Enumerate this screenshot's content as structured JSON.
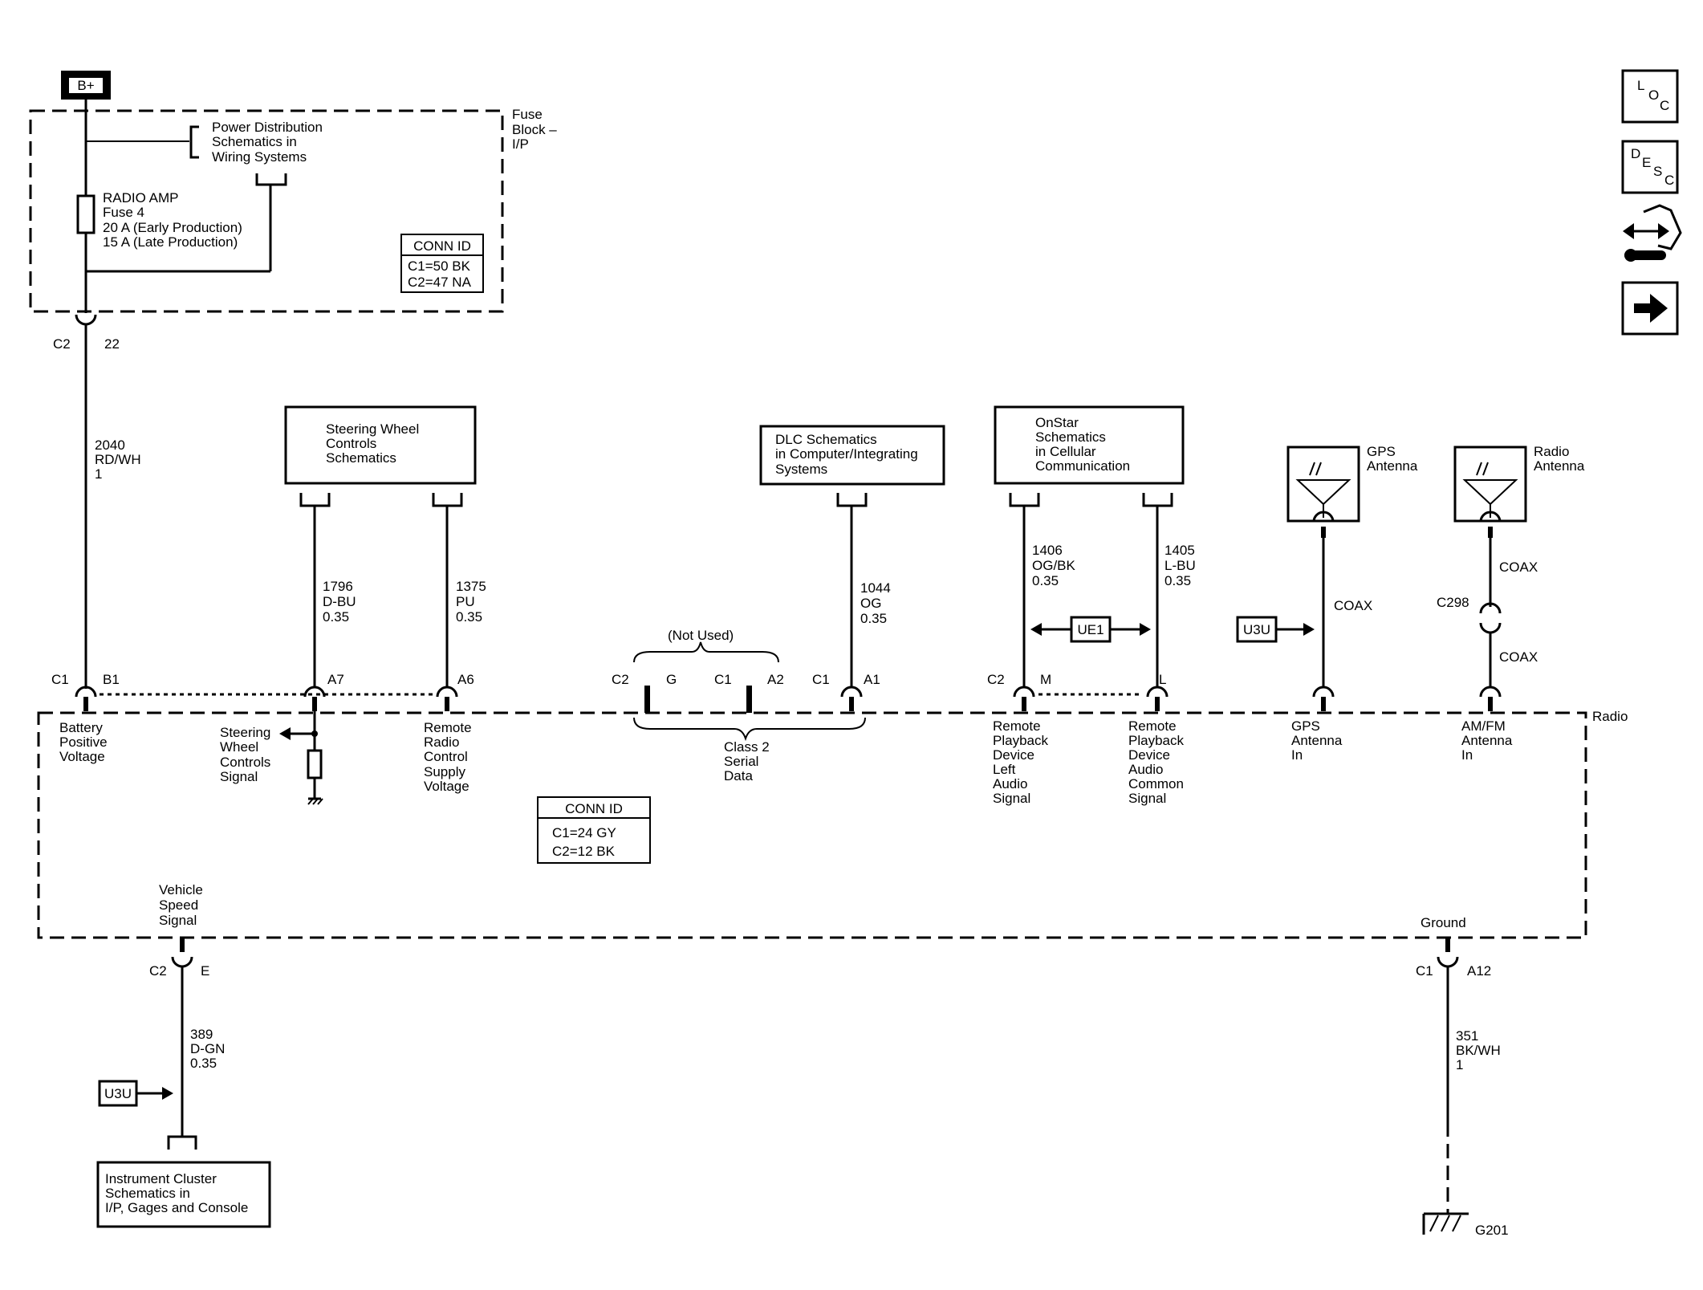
{
  "power": {
    "bplus": "B+",
    "fuse_block": [
      "Fuse",
      "Block –",
      "I/P"
    ],
    "power_dist": [
      "Power Distribution",
      "Schematics in",
      "Wiring Systems"
    ],
    "fuse": [
      "RADIO AMP",
      "Fuse 4",
      "20 A (Early Production)",
      "15 A (Late Production)"
    ],
    "conn_id": {
      "title": "CONN ID",
      "lines": [
        "C1=50 BK",
        "C2=47 NA"
      ]
    },
    "c2_label": "C2",
    "c2_pin": "22",
    "wire": [
      "2040",
      "RD/WH",
      "1"
    ]
  },
  "steering": {
    "box": [
      "Steering Wheel",
      "Controls",
      "Schematics"
    ],
    "wire_a7": [
      "1796",
      "D-BU",
      "0.35"
    ],
    "wire_a6": [
      "1375",
      "PU",
      "0.35"
    ]
  },
  "dlc": {
    "box": [
      "DLC Schematics",
      "in Computer/Integrating",
      "Systems"
    ],
    "wire": [
      "1044",
      "OG",
      "0.35"
    ]
  },
  "onstar": {
    "box": [
      "OnStar",
      "Schematics",
      "in Cellular",
      "Communication"
    ],
    "wire_m": [
      "1406",
      "OG/BK",
      "0.35"
    ],
    "wire_l": [
      "1405",
      "L-BU",
      "0.35"
    ],
    "option": "UE1"
  },
  "gps": {
    "label": [
      "GPS",
      "Antenna"
    ],
    "coax": "COAX",
    "option": "U3U"
  },
  "radio_ant": {
    "label": [
      "Radio",
      "Antenna"
    ],
    "coax_upper": "COAX",
    "connector": "C298",
    "coax_lower": "COAX"
  },
  "connectors": {
    "c1": "C1",
    "b1": "B1",
    "a7": "A7",
    "a6": "A6",
    "c2": "C2",
    "g": "G",
    "c1b": "C1",
    "a2": "A2",
    "c1c": "C1",
    "a1": "A1",
    "c2b": "C2",
    "m": "M",
    "l": "L",
    "not_used": "(Not Used)"
  },
  "radio": {
    "name": "Radio",
    "battery": [
      "Battery",
      "Positive",
      "Voltage"
    ],
    "swc_signal": [
      "Steering",
      "Wheel",
      "Controls",
      "Signal"
    ],
    "remote_supply": [
      "Remote",
      "Radio",
      "Control",
      "Supply",
      "Voltage"
    ],
    "class2": [
      "Class 2",
      "Serial",
      "Data"
    ],
    "rp_left": [
      "Remote",
      "Playback",
      "Device",
      "Left",
      "Audio",
      "Signal"
    ],
    "rp_common": [
      "Remote",
      "Playback",
      "Device",
      "Audio",
      "Common",
      "Signal"
    ],
    "gps_in": [
      "GPS",
      "Antenna",
      "In"
    ],
    "amfm_in": [
      "AM/FM",
      "Antenna",
      "In"
    ],
    "conn_id": {
      "title": "CONN ID",
      "lines": [
        "C1=24 GY",
        "C2=12 BK"
      ]
    },
    "vss": [
      "Vehicle",
      "Speed",
      "Signal"
    ],
    "ground": "Ground"
  },
  "bottom": {
    "c2": "C2",
    "e": "E",
    "wire_e": [
      "389",
      "D-GN",
      "0.35"
    ],
    "option": "U3U",
    "cluster": [
      "Instrument Cluster",
      "Schematics in",
      "I/P, Gages and Console"
    ],
    "c1": "C1",
    "a12": "A12",
    "wire_g": [
      "351",
      "BK/WH",
      "1"
    ],
    "ground_id": "G201"
  },
  "nav": {
    "loc": [
      "L",
      "O",
      "C"
    ],
    "desc": [
      "D",
      "E",
      "S",
      "C"
    ],
    "next_arrow": "➡"
  }
}
